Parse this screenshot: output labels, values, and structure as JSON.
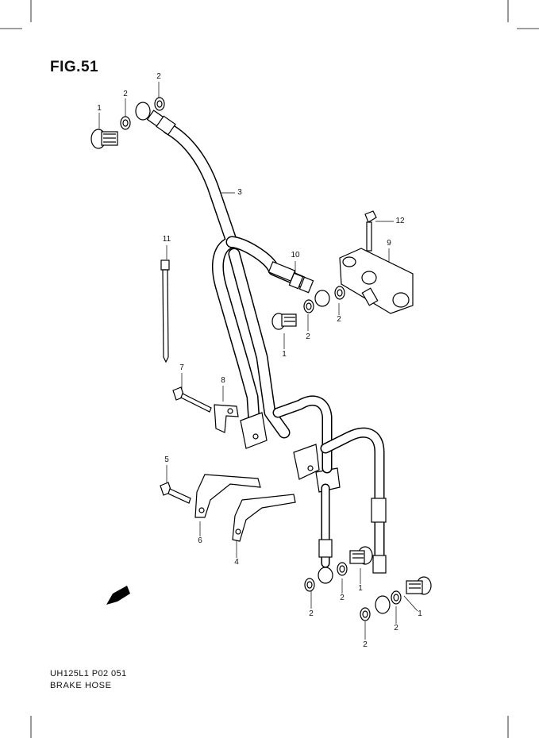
{
  "figure": {
    "title": "FIG.51",
    "code": "UH125L1 P02  051",
    "caption": "BRAKE  HOSE"
  },
  "fwd_marker": "FWD",
  "callouts": [
    {
      "id": "c2a",
      "label": "2"
    },
    {
      "id": "c2b",
      "label": "2"
    },
    {
      "id": "c1a",
      "label": "1"
    },
    {
      "id": "c3",
      "label": "3"
    },
    {
      "id": "c12",
      "label": "12"
    },
    {
      "id": "c9",
      "label": "9"
    },
    {
      "id": "c11",
      "label": "11"
    },
    {
      "id": "c10",
      "label": "10"
    },
    {
      "id": "c2c",
      "label": "2"
    },
    {
      "id": "c2d",
      "label": "2"
    },
    {
      "id": "c1b",
      "label": "1"
    },
    {
      "id": "c7",
      "label": "7"
    },
    {
      "id": "c8",
      "label": "8"
    },
    {
      "id": "c5",
      "label": "5"
    },
    {
      "id": "c6",
      "label": "6"
    },
    {
      "id": "c4",
      "label": "4"
    },
    {
      "id": "c1c",
      "label": "1"
    },
    {
      "id": "c2e",
      "label": "2"
    },
    {
      "id": "c2f",
      "label": "2"
    },
    {
      "id": "c1d",
      "label": "1"
    },
    {
      "id": "c2g",
      "label": "2"
    },
    {
      "id": "c2h",
      "label": "2"
    }
  ]
}
